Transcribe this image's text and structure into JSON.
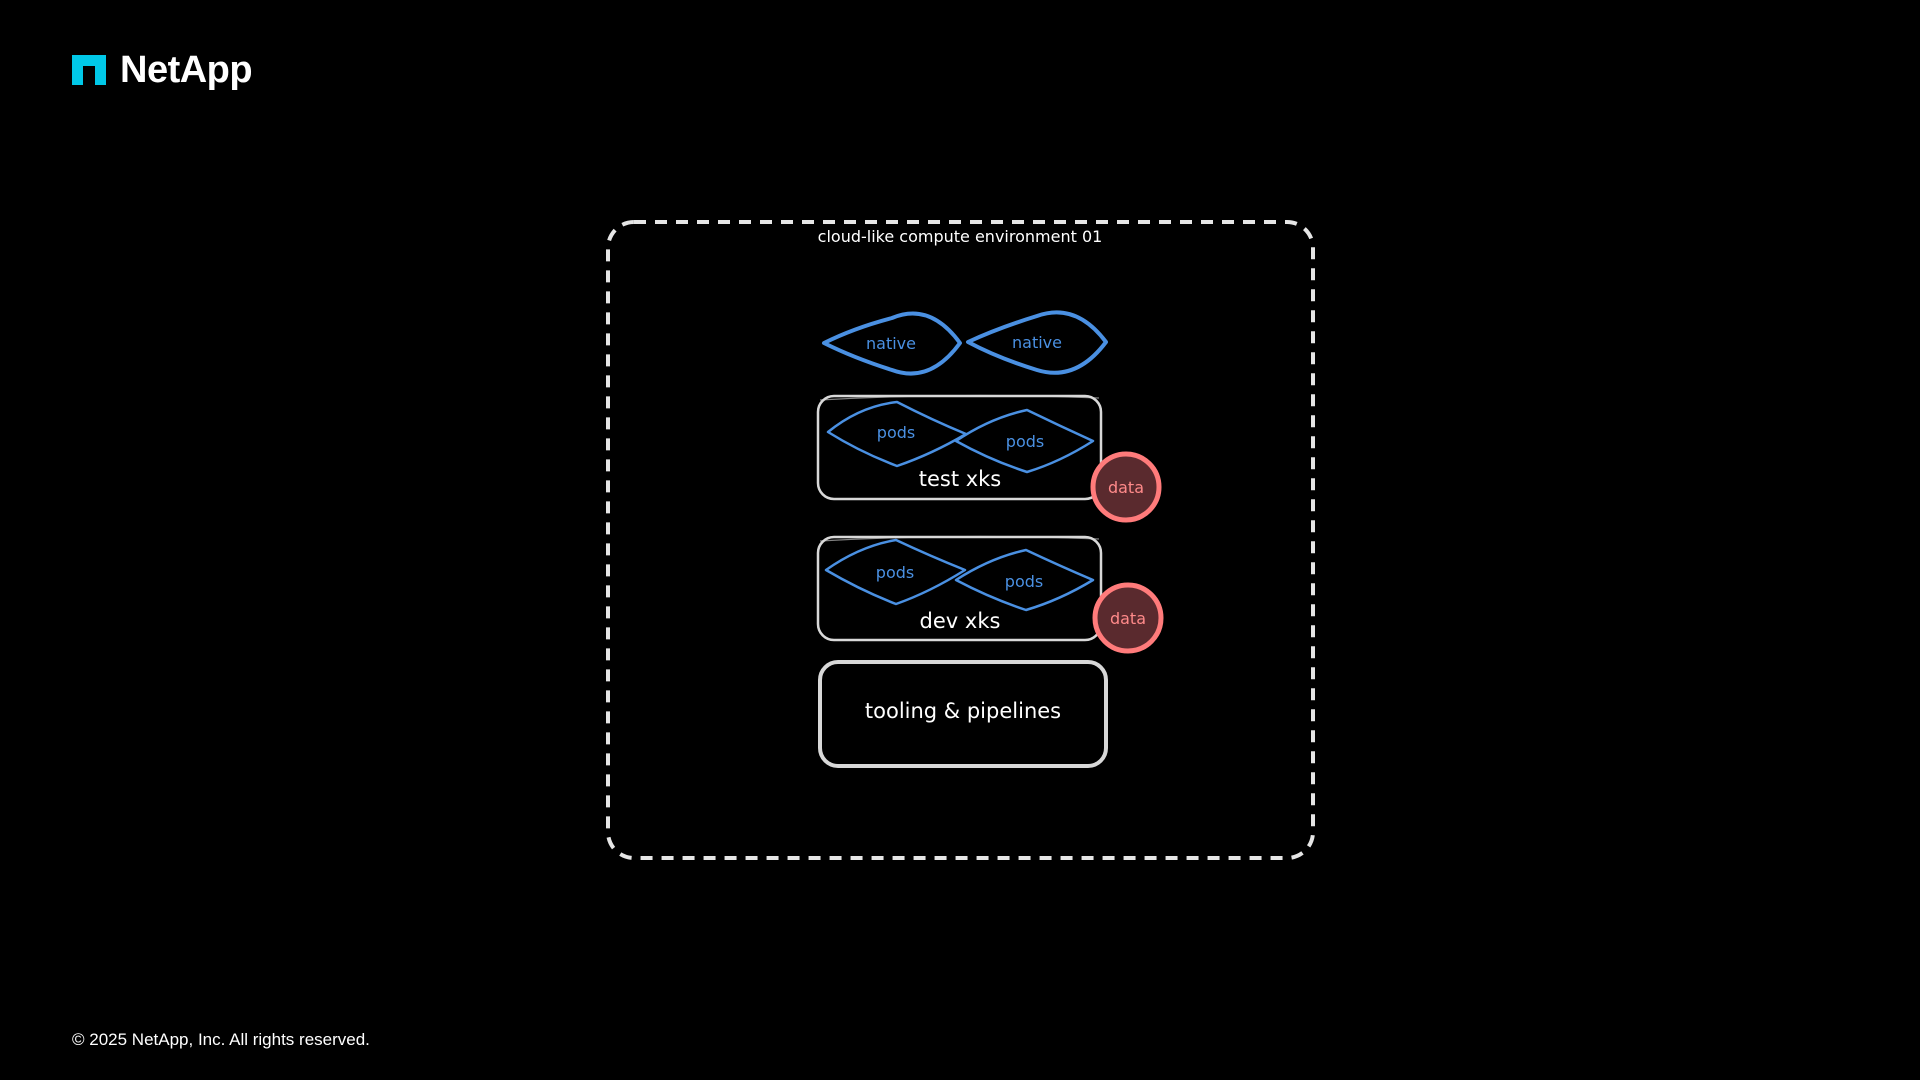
{
  "brand": {
    "name": "NetApp",
    "accent_color": "#00C8E8"
  },
  "footer": {
    "copyright": "© 2025 NetApp, Inc. All rights reserved."
  },
  "diagram": {
    "container_label": "cloud-like compute environment 01",
    "native_nodes": [
      "native",
      "native"
    ],
    "clusters": [
      {
        "label": "test xks",
        "pods": [
          "pods",
          "pods"
        ],
        "data": "data"
      },
      {
        "label": "dev xks",
        "pods": [
          "pods",
          "pods"
        ],
        "data": "data"
      }
    ],
    "tooling_label": "tooling & pipelines",
    "colors": {
      "native": "#4A90E2",
      "pods": "#4A90E2",
      "data_stroke": "#FF7B7B",
      "data_fill": "#5A2A2E",
      "data_text": "#FF8A8A",
      "outline": "#D8D8D8"
    }
  }
}
